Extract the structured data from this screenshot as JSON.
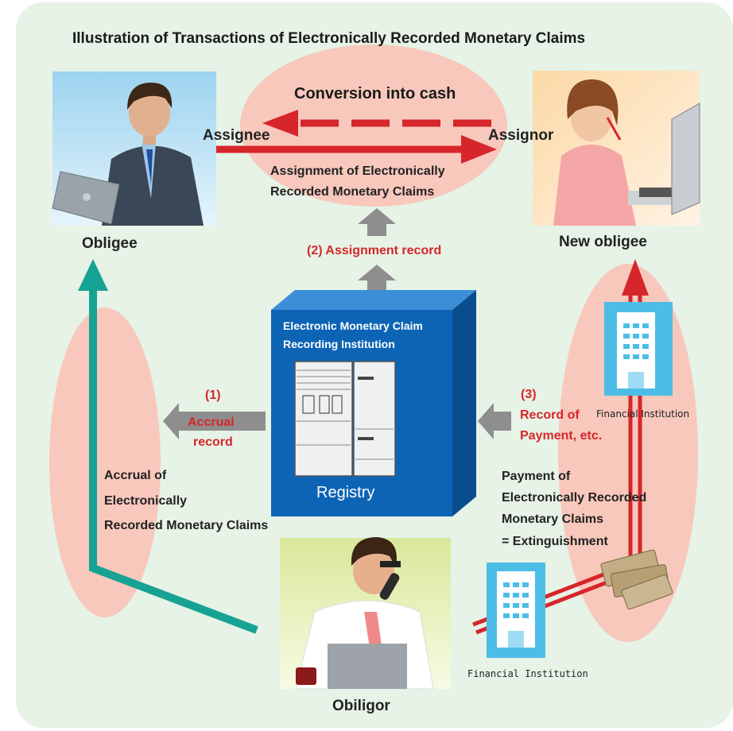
{
  "title": "Illustration of Transactions of Electronically Recorded Monetary Claims",
  "parties": {
    "obligee": "Obligee",
    "new_obligee": "New obligee",
    "obligor": "Obiligor"
  },
  "transfer": {
    "conversion": "Conversion into cash",
    "assignee": "Assignee",
    "assignor": "Assignor",
    "assignment_line1": "Assignment of Electronically",
    "assignment_line2": "Recorded Monetary Claims"
  },
  "records": {
    "assignment": "(2) Assignment record",
    "accrual_num": "(1)",
    "accrual_line1": "Accrual",
    "accrual_line2": "record",
    "payment_num": "(3)",
    "payment_line1": "Record of",
    "payment_line2": "Payment, etc."
  },
  "institution": {
    "line1": "Electronic Monetary Claim",
    "line2": "Recording Institution",
    "registry": "Registry"
  },
  "accrual_text": [
    "Accrual of",
    "Electronically",
    "Recorded Monetary Claims"
  ],
  "payment_text": [
    "Payment of",
    "Electronically Recorded",
    "Monetary Claims",
    "= Extinguishment"
  ],
  "financial_institution": "Financial Institution",
  "colors": {
    "background": "#e6f3e6",
    "ellipse": "#f8c8bc",
    "red": "#d7262b",
    "teal": "#17a393",
    "gray_arrow": "#8e8e8e",
    "box_front": "#0d64b4",
    "box_side": "#0a4d8d",
    "building": "#4dbde8"
  },
  "icons": [
    "businessman-icon",
    "businesswoman-icon",
    "phone-man-icon",
    "building-icon",
    "server-rack-icon",
    "money-bundle-icon"
  ]
}
